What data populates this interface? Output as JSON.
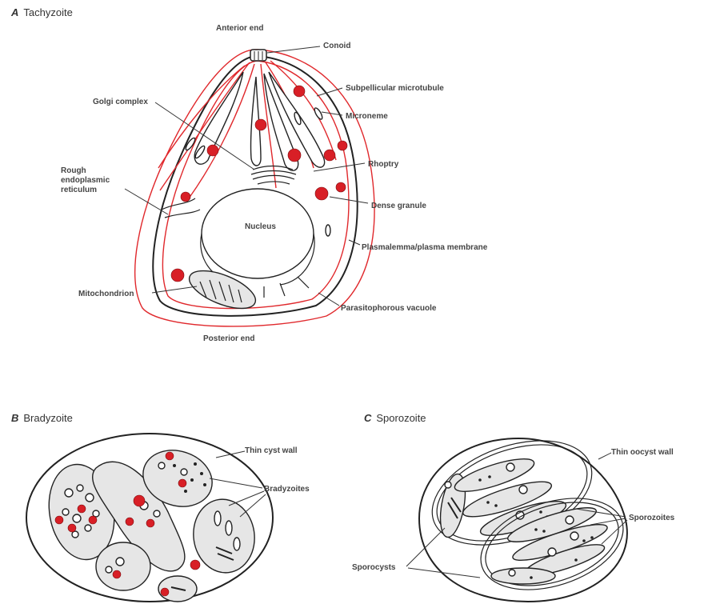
{
  "panels": {
    "a": {
      "letter": "A",
      "title": "Tachyzoite"
    },
    "b": {
      "letter": "B",
      "title": "Bradyzoite"
    },
    "c": {
      "letter": "C",
      "title": "Sporozoite"
    }
  },
  "labels_a": {
    "anterior": "Anterior end",
    "conoid": "Conoid",
    "subpellicular": "Subpellicular microtubule",
    "golgi": "Golgi complex",
    "microneme": "Microneme",
    "rough1": "Rough",
    "rough2": "endoplasmic",
    "rough3": "reticulum",
    "rhoptry": "Rhoptry",
    "dense": "Dense granule",
    "nucleus": "Nucleus",
    "plasmalemma": "Plasmalemma/plasma membrane",
    "mitochondrion": "Mitochondrion",
    "parasitophorous": "Parasitophorous vacuole",
    "posterior": "Posterior end"
  },
  "labels_b": {
    "cyst_wall": "Thin cyst wall",
    "bradyzoites": "Bradyzoites"
  },
  "labels_c": {
    "oocyst_wall": "Thin oocyst wall",
    "sporozoites": "Sporozoites",
    "sporocysts": "Sporocysts"
  },
  "colors": {
    "accent": "#d81f26",
    "outline": "#222222",
    "fill": "#e6e6e6"
  }
}
